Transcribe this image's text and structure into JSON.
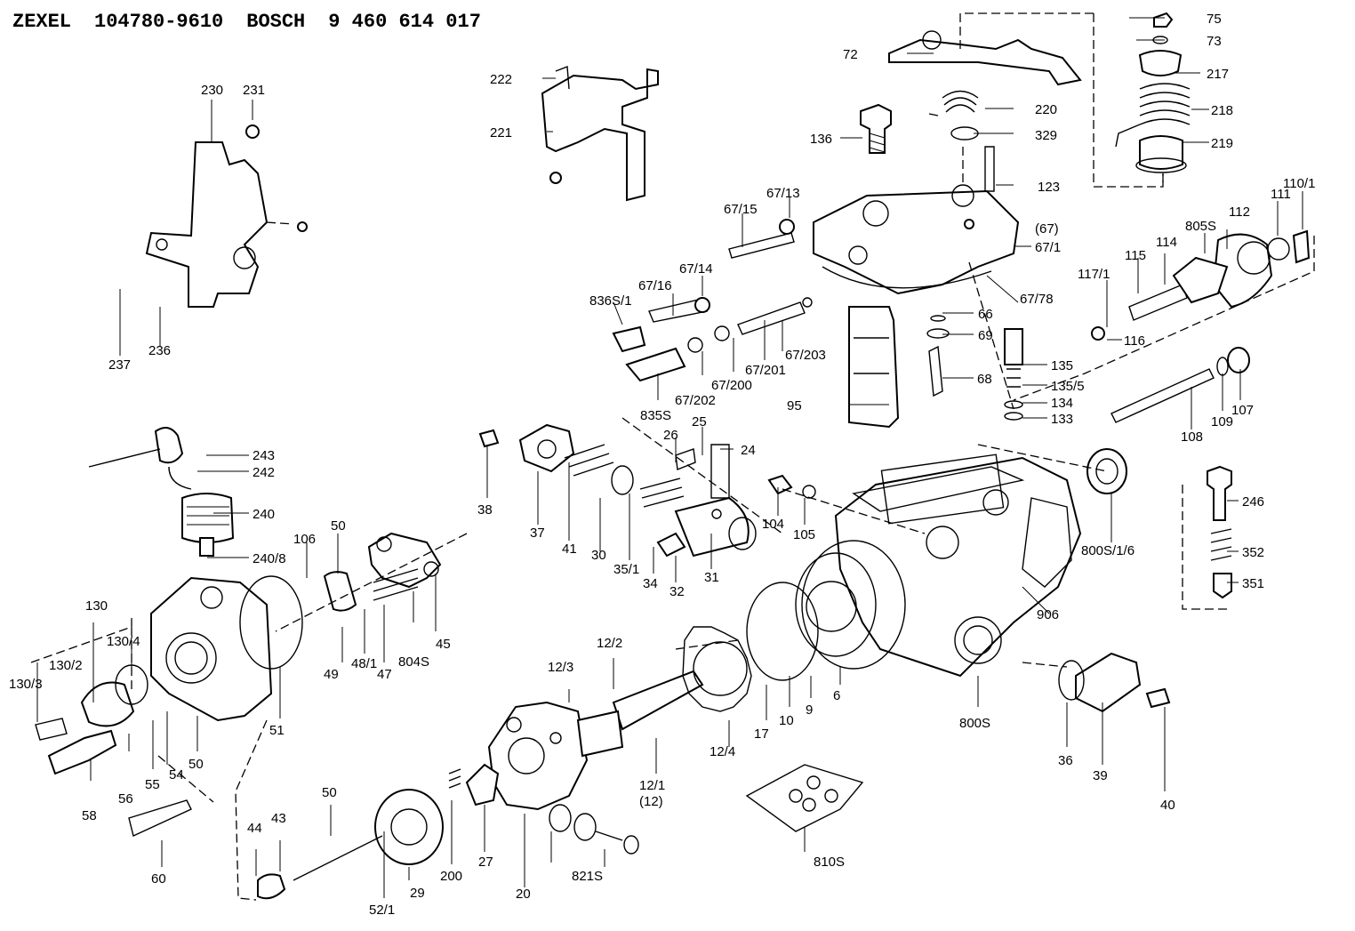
{
  "header": {
    "brand1": "ZEXEL",
    "part_number1": "104780-9610",
    "brand2": "BOSCH",
    "part_number2": "9 460 614 017"
  },
  "labels": {
    "p75": "75",
    "p73": "73",
    "p72": "72",
    "p217": "217",
    "p218": "218",
    "p219": "219",
    "p222": "222",
    "p221": "221",
    "p230": "230",
    "p231": "231",
    "p220": "220",
    "p329": "329",
    "p136": "136",
    "p123": "123",
    "p67_13": "67/13",
    "p67_15": "67/15",
    "p67_bracket": "(67)",
    "p67_1": "67/1",
    "p110_1": "110/1",
    "p111": "111",
    "p112": "112",
    "p805S": "805S",
    "p114": "114",
    "p115": "115",
    "p117_1": "117/1",
    "p116": "116",
    "p67_14": "67/14",
    "p67_16": "67/16",
    "p836S_1": "836S/1",
    "p67_78": "67/78",
    "p66": "66",
    "p69": "69",
    "p237": "237",
    "p236": "236",
    "p67_203": "67/203",
    "p67_201": "67/201",
    "p67_200": "67/200",
    "p67_202": "67/202",
    "p835S": "835S",
    "p135": "135",
    "p135_5": "135/5",
    "p134": "134",
    "p133": "133",
    "p68": "68",
    "p95": "95",
    "p107": "107",
    "p109": "109",
    "p108": "108",
    "p26": "26",
    "p25": "25",
    "p24": "24",
    "p243": "243",
    "p242": "242",
    "p38": "38",
    "p37": "37",
    "p41": "41",
    "p30": "30",
    "p35_1": "35/1",
    "p34": "34",
    "p32": "32",
    "p31": "31",
    "p104": "104",
    "p105": "105",
    "p246": "246",
    "p240": "240",
    "p240_8": "240/8",
    "p50a": "50",
    "p106": "106",
    "p800S_1_6": "800S/1/6",
    "p352": "352",
    "p351": "351",
    "p906": "906",
    "p130": "130",
    "p130_4": "130/4",
    "p130_2": "130/2",
    "p130_3": "130/3",
    "p49": "49",
    "p48_1": "48/1",
    "p47": "47",
    "p804S": "804S",
    "p45": "45",
    "p51": "51",
    "p12_2": "12/2",
    "p12_3": "12/3",
    "p56": "56",
    "p55": "55",
    "p54": "54",
    "p50b": "50",
    "p58": "58",
    "p12_4": "12/4",
    "p17": "17",
    "p10": "10",
    "p9": "9",
    "p6": "6",
    "p800S": "800S",
    "p12_1": "12/1",
    "p12": "(12)",
    "p36": "36",
    "p39": "39",
    "p40": "40",
    "p60": "60",
    "p50c": "50",
    "p44": "44",
    "p43": "43",
    "p29": "29",
    "p52_1": "52/1",
    "p200": "200",
    "p27": "27",
    "p20": "20",
    "p821S": "821S",
    "p810S": "810S"
  }
}
